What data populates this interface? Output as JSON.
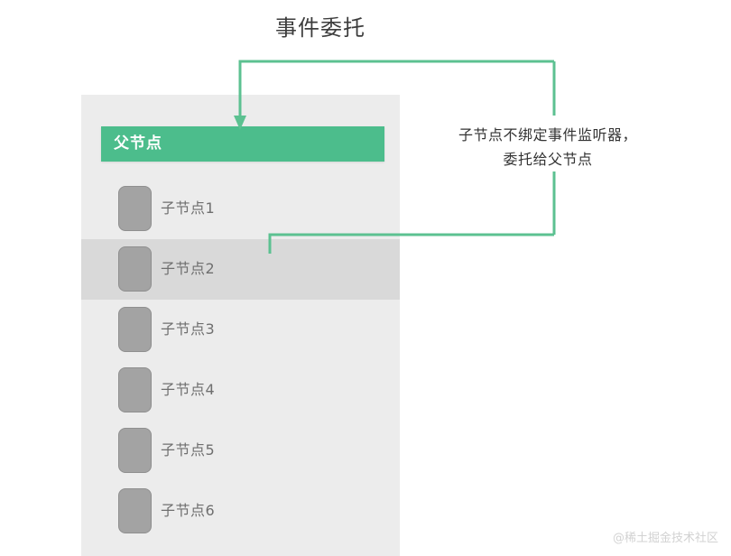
{
  "title": "事件委托",
  "parent_panel": {
    "header_label": "父节点",
    "header_color": "#4cbd8c",
    "panel_bg": "#ececec",
    "highlight_bg": "#d9d9d9",
    "children": [
      {
        "label": "子节点1",
        "highlighted": false
      },
      {
        "label": "子节点2",
        "highlighted": true
      },
      {
        "label": "子节点3",
        "highlighted": false
      },
      {
        "label": "子节点4",
        "highlighted": false
      },
      {
        "label": "子节点5",
        "highlighted": false
      },
      {
        "label": "子节点6",
        "highlighted": false
      }
    ]
  },
  "annotation": {
    "line1": "子节点不绑定事件监听器，",
    "line2": "委托给父节点",
    "connector_color": "#5cc191"
  },
  "watermark": "@稀土掘金技术社区"
}
